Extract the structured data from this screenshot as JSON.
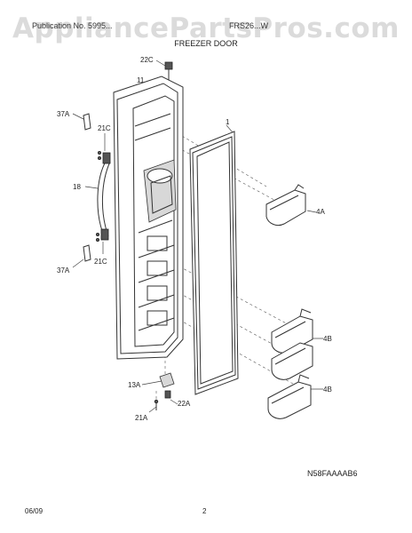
{
  "watermark": "AppliancePartsPros.com",
  "header": {
    "left_text": "Publication No. 5995...",
    "right_text": "FRS26...W"
  },
  "section_title": "FREEZER DOOR",
  "parts": {
    "p22C": "22C",
    "p11": "11",
    "p1": "1",
    "p37A_top": "37A",
    "p21C_top": "21C",
    "p18": "18",
    "p4A": "4A",
    "p37A_bottom": "37A",
    "p21C_bottom": "21C",
    "p4B_top": "4B",
    "p4B_bottom": "4B",
    "p13A": "13A",
    "p22A": "22A",
    "p21A": "21A"
  },
  "figure_code": "N58FAAAAB6",
  "footer": {
    "date": "06/09",
    "page": "2"
  }
}
